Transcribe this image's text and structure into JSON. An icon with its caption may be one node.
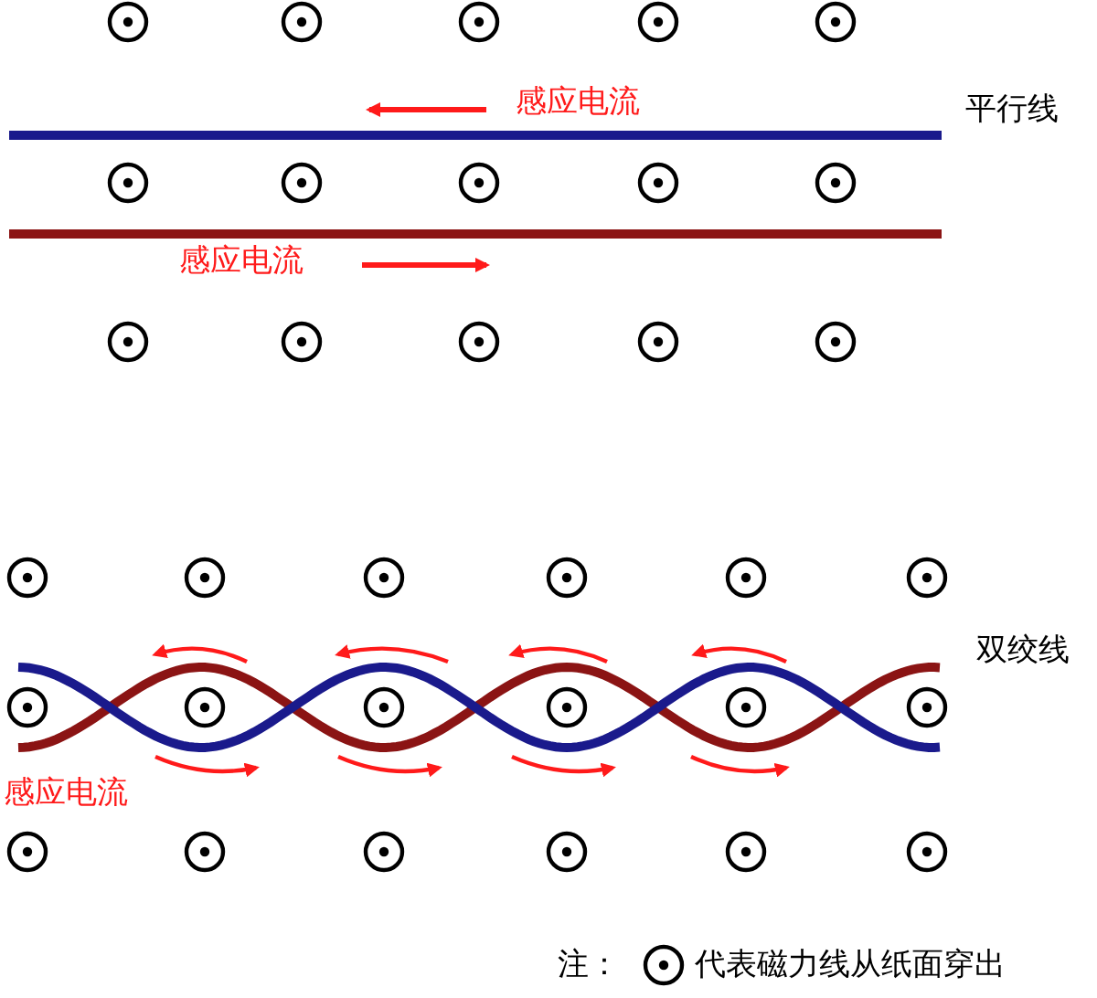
{
  "diagram": {
    "labels": [
      "感应电流",
      "平行线",
      "感应电流",
      "双绞线",
      "感应电流",
      "注：",
      "代表磁力线从纸面穿出"
    ]
  }
}
